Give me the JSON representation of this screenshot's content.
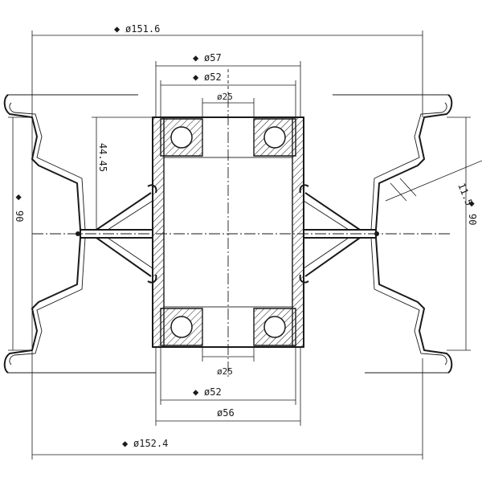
{
  "dimensions": {
    "outer_top": "ø151.6",
    "hub_top": "ø57",
    "bore_top": "ø52",
    "bearing_top": "ø25",
    "offset": "44.45",
    "left_width": "90",
    "right_width": "90",
    "chamfer": "11.5",
    "bearing_bottom": "ø25",
    "bore_bottom": "ø52",
    "hub_bottom": "ø56",
    "outer_bottom": "ø152.4"
  },
  "marker_symbol": "◆"
}
